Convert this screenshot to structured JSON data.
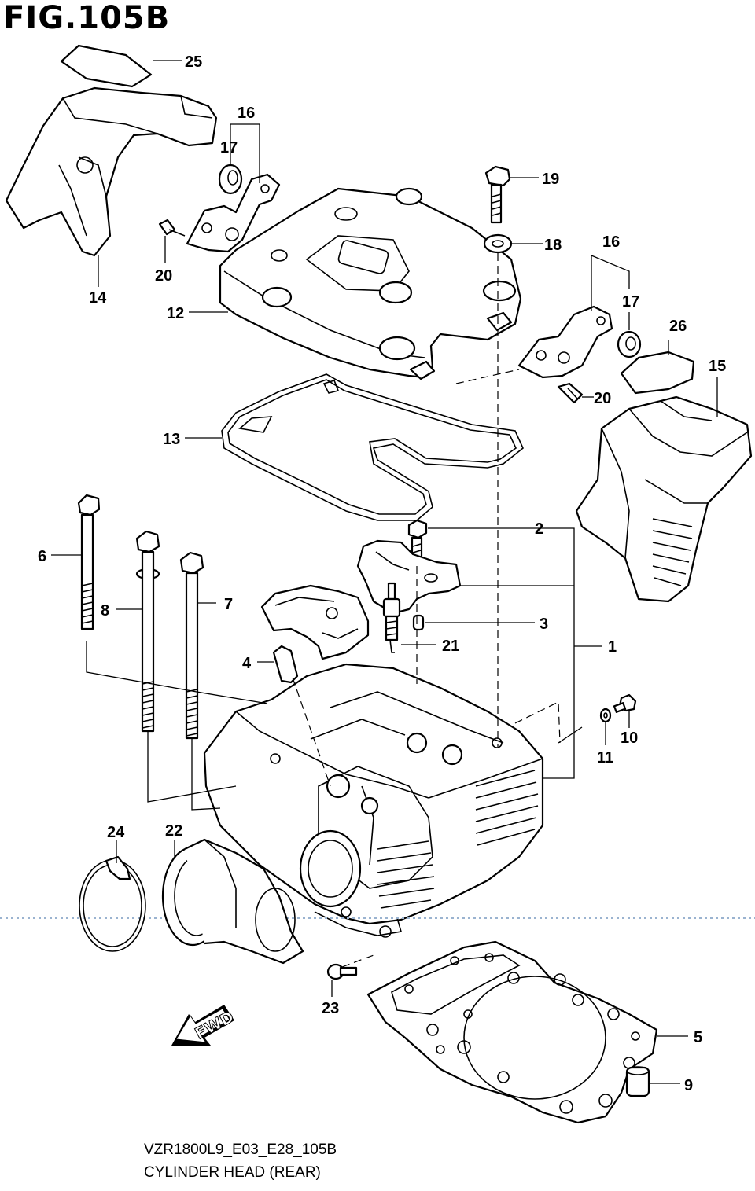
{
  "figure_title": "FIG.105B",
  "caption": {
    "model_code": "VZR1800L9_E03_E28_105B",
    "name": "CYLINDER HEAD (REAR)"
  },
  "fwd_label": "FWD",
  "callouts": [
    "1",
    "2",
    "3",
    "4",
    "5",
    "6",
    "7",
    "8",
    "9",
    "10",
    "11",
    "12",
    "13",
    "14",
    "15",
    "16",
    "16",
    "17",
    "17",
    "18",
    "19",
    "20",
    "20",
    "21",
    "22",
    "23",
    "24",
    "25",
    "26"
  ]
}
